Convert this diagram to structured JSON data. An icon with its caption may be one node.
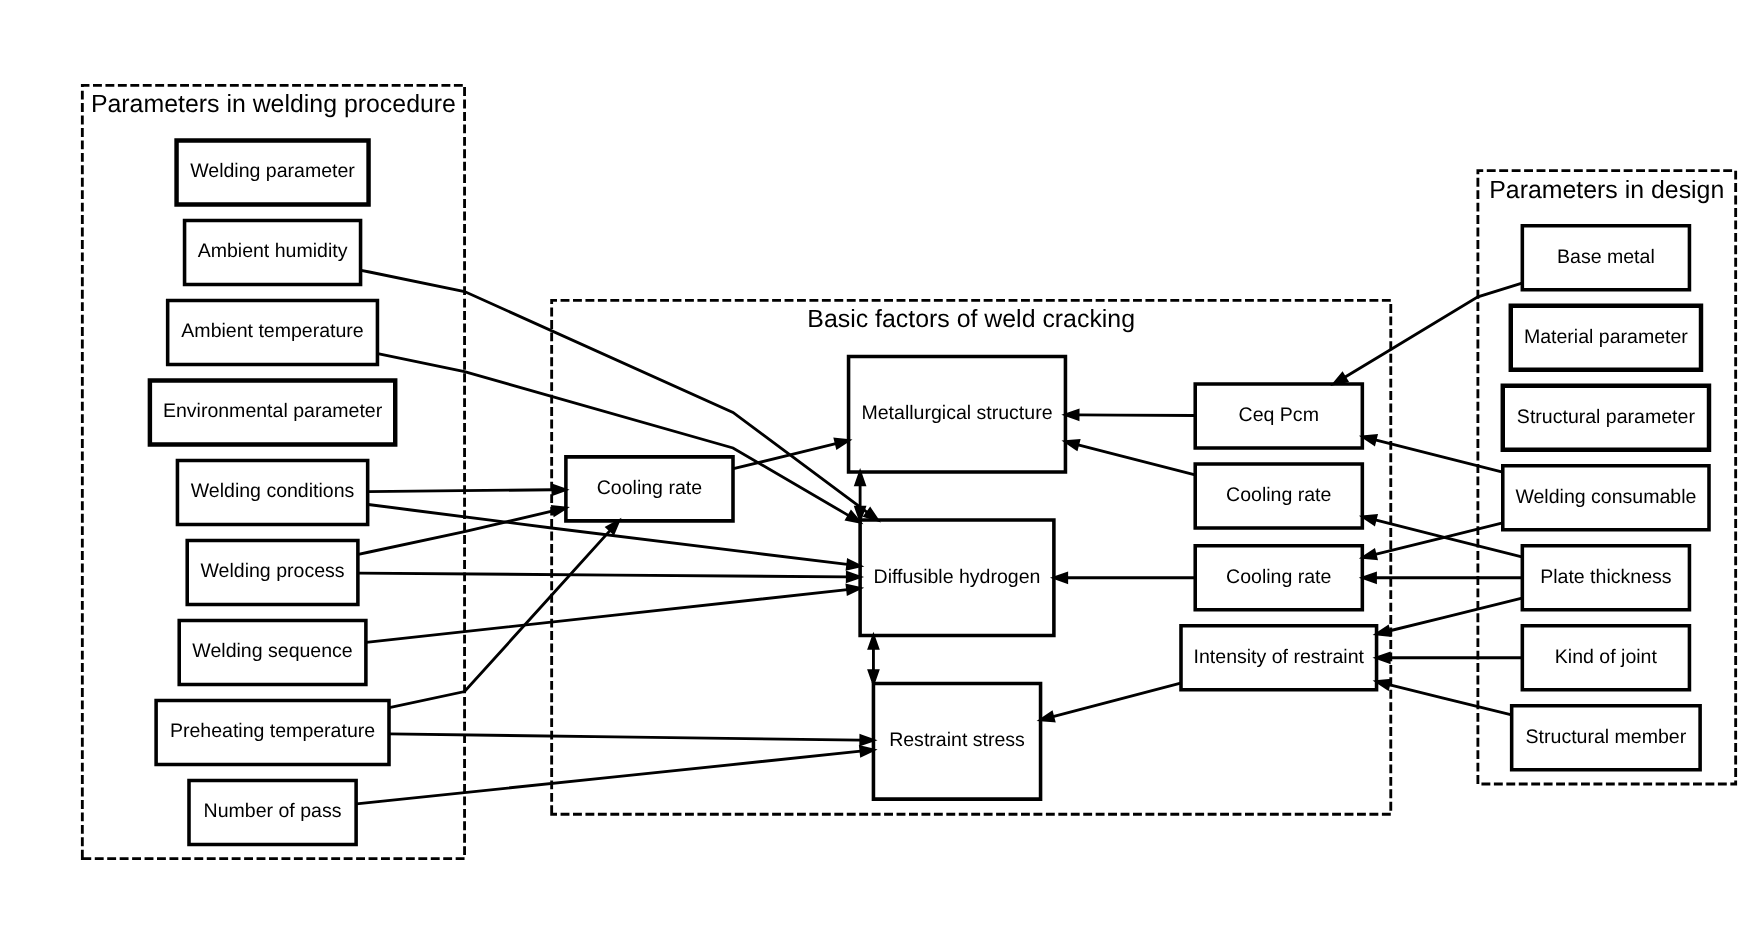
{
  "diagram": {
    "nodes": [
      {
        "text": [
          "Parameters in welding procedure"
        ]
      },
      {
        "text": [
          "Environmental parameter"
        ],
        "in": 0
      },
      {
        "text": [
          "Ambient temperature"
        ],
        "in": 0
      },
      {
        "text": [
          "Ambient humidity"
        ],
        "in": 0
      },
      {
        "text": [
          "Welding parameter"
        ],
        "in": 0
      },
      {
        "text": [
          "Welding process"
        ],
        "in": 0
      },
      {
        "text": [
          "Welding sequence"
        ],
        "in": 0
      },
      {
        "text": [
          "Preheating temperature"
        ],
        "in": 0
      },
      {
        "text": [
          "Welding conditions"
        ],
        "in": 0
      },
      {
        "text": [
          "Number of pass"
        ],
        "in": 0
      },
      {
        "text": [
          "Basic factors of weld cracking"
        ]
      },
      {
        "text": [
          "Cooling rate"
        ],
        "in": 10
      },
      {
        "text": [
          "Metallurgical structure"
        ],
        "in": 10
      },
      {
        "text": [
          "Ceq Pcm"
        ],
        "in": 10
      },
      {
        "text": [
          "Cooling rate"
        ],
        "in": 10
      },
      {
        "text": [
          "Diffusible hydrogen"
        ],
        "in": 10
      },
      {
        "text": [
          "Cooling rate"
        ],
        "in": 10
      },
      {
        "text": [
          "Restraint stress"
        ],
        "in": 10
      },
      {
        "text": [
          "Intensity of restraint"
        ],
        "in": 10
      },
      {
        "text": [
          "Parameters in design"
        ]
      },
      {
        "text": [
          "Material parameter"
        ],
        "in": 19
      },
      {
        "text": [
          "Base metal"
        ],
        "in": 19
      },
      {
        "text": [
          "Welding consumable"
        ],
        "in": 19
      },
      {
        "text": [
          "Structural parameter"
        ],
        "in": 19
      },
      {
        "text": [
          "Plate thickness"
        ],
        "in": 19
      },
      {
        "text": [
          "Structural member"
        ],
        "in": 19
      },
      {
        "text": [
          "Kind of joint"
        ],
        "in": 19
      }
    ],
    "edges": [
      {
        "from": 5,
        "to": 11,
        "arrow": "to"
      },
      {
        "from": 7,
        "to": 11,
        "arrow": "to"
      },
      {
        "from": 8,
        "to": 11,
        "arrow": "to"
      },
      {
        "from": 2,
        "to": 15,
        "arrow": "to"
      },
      {
        "from": 3,
        "to": 15,
        "arrow": "to"
      },
      {
        "from": 5,
        "to": 15,
        "arrow": "to"
      },
      {
        "from": 6,
        "to": 15,
        "arrow": "to"
      },
      {
        "from": 8,
        "to": 15,
        "arrow": "to"
      },
      {
        "from": 7,
        "to": 17,
        "arrow": "to"
      },
      {
        "from": 9,
        "to": 17,
        "arrow": "to"
      },
      {
        "from": 11,
        "to": 12,
        "arrow": "to"
      },
      {
        "from": 13,
        "to": 12,
        "arrow": "to"
      },
      {
        "from": 14,
        "to": 12,
        "arrow": "to"
      },
      {
        "from": 12,
        "to": 15,
        "arrow": "both"
      },
      {
        "from": 15,
        "to": 17,
        "arrow": "both"
      },
      {
        "from": 16,
        "to": 15,
        "arrow": "to"
      },
      {
        "from": 18,
        "to": 17,
        "arrow": "to"
      },
      {
        "from": 21,
        "to": 13,
        "arrow": "to"
      },
      {
        "from": 22,
        "to": 13,
        "arrow": "to"
      },
      {
        "from": 24,
        "to": 14,
        "arrow": "to"
      },
      {
        "from": 22,
        "to": 16,
        "arrow": "to"
      },
      {
        "from": 24,
        "to": 16,
        "arrow": "to"
      },
      {
        "from": 24,
        "to": 18,
        "arrow": "to"
      },
      {
        "from": 25,
        "to": 18,
        "arrow": "to"
      },
      {
        "from": 26,
        "to": 18,
        "arrow": "to"
      }
    ]
  }
}
